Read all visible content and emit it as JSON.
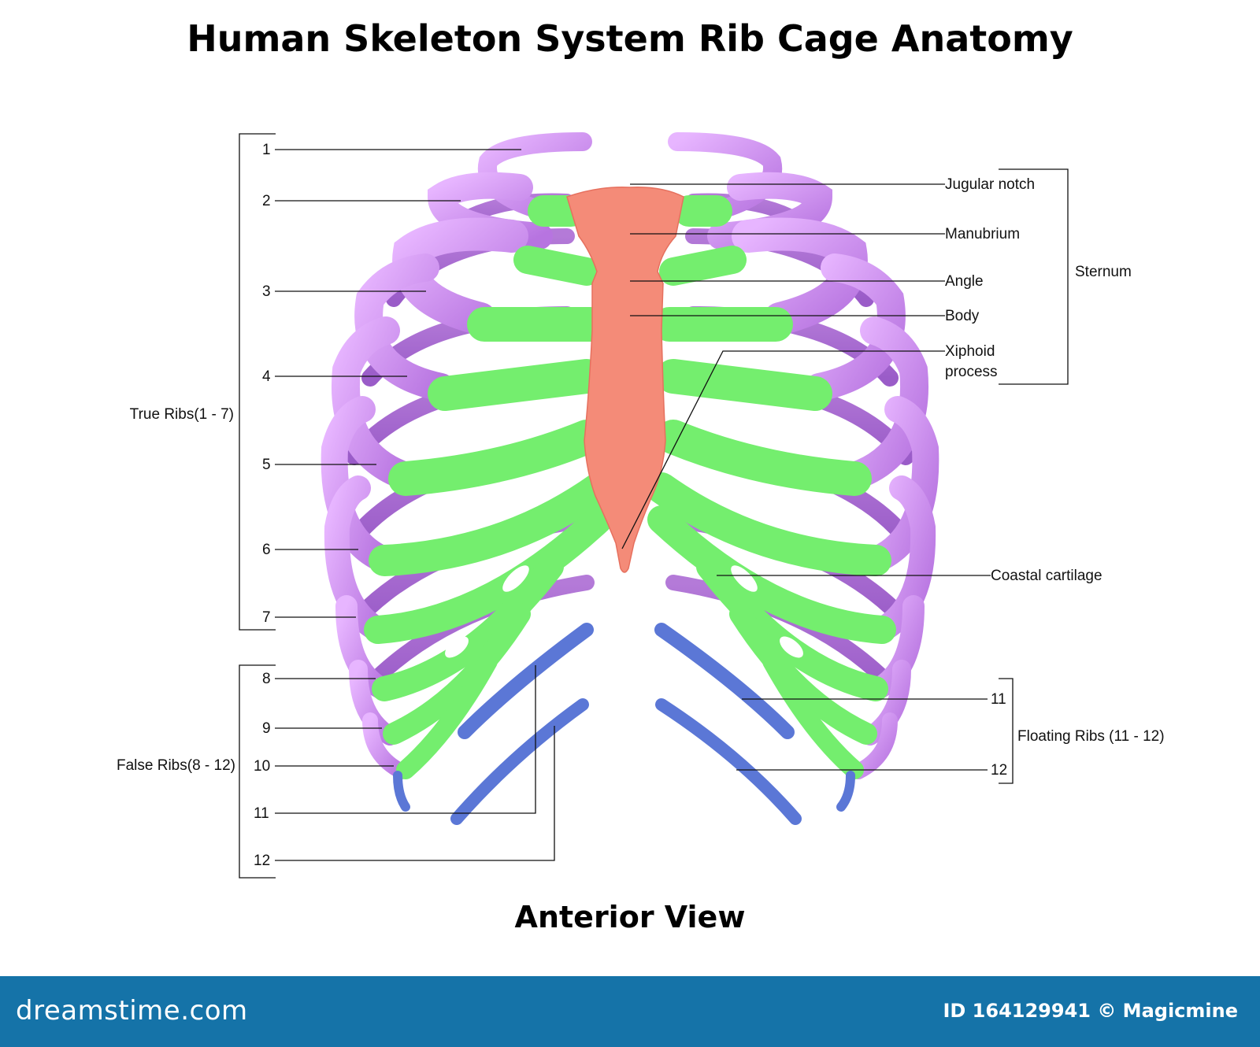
{
  "title": "Human Skeleton System Rib Cage Anatomy",
  "subtitle": "Anterior View",
  "left_labels": {
    "rib_numbers": [
      "1",
      "2",
      "3",
      "4",
      "5",
      "6",
      "7",
      "8",
      "9",
      "10",
      "11",
      "12"
    ],
    "true_ribs": "True Ribs(1 - 7)",
    "false_ribs": "False Ribs(8 - 12)"
  },
  "sternum_labels": {
    "jugular_notch": "Jugular notch",
    "manubrium": "Manubrium",
    "angle": "Angle",
    "body": "Body",
    "xiphoid_1": "Xiphoid",
    "xiphoid_2": "process",
    "group": "Sternum"
  },
  "right_labels": {
    "coastal_cartilage": "Coastal cartilage",
    "rib_11": "11",
    "rib_12": "12",
    "floating_ribs": "Floating Ribs (11 - 12)"
  },
  "colors": {
    "rib_bone": "#cf8ef0",
    "cartilage": "#74ee6e",
    "sternum": "#f48b78",
    "floating": "#5b77d6",
    "footer": "#1573a8"
  },
  "footer": {
    "logo": "dreamstime.com",
    "id_text": "ID 164129941 © Magicmine"
  }
}
